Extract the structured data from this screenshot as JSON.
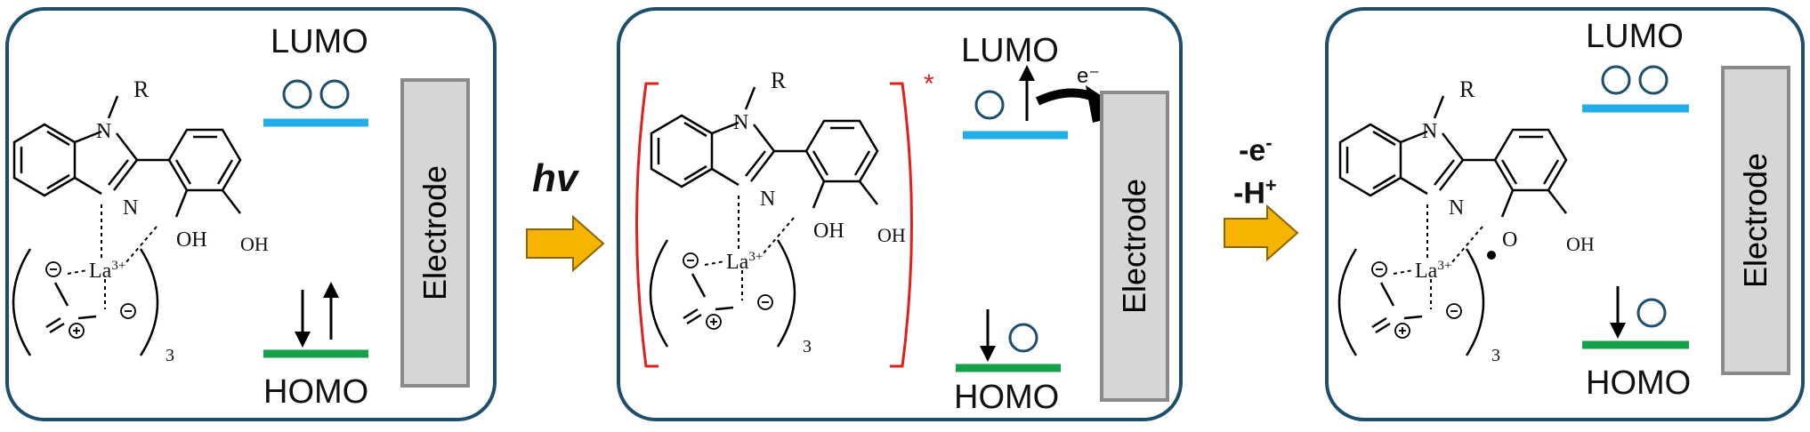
{
  "panels": [
    {
      "lumo": "LUMO",
      "homo": "HOMO",
      "electrode": "Electrode"
    },
    {
      "lumo": "LUMO",
      "homo": "HOMO",
      "electrode": "Electrode",
      "excited_mark": "*",
      "electron": "e⁻"
    },
    {
      "lumo": "LUMO",
      "homo": "HOMO",
      "electrode": "Electrode"
    }
  ],
  "transitions": {
    "first": "hv",
    "second_line1": "-e",
    "second_line2": "-H"
  },
  "molecule": {
    "r_group": "R",
    "n": "N",
    "oh": "OH",
    "la": "La",
    "la_charge": "3+",
    "o": "O",
    "subscript": "3"
  },
  "colors": {
    "panel_border": "#1d4e6b",
    "lumo_line": "#22aee8",
    "homo_line": "#16a04a",
    "arrow_fill": "#f5b400",
    "excited_bracket": "#e0201b",
    "electrode_fill": "#d6d6d6"
  }
}
